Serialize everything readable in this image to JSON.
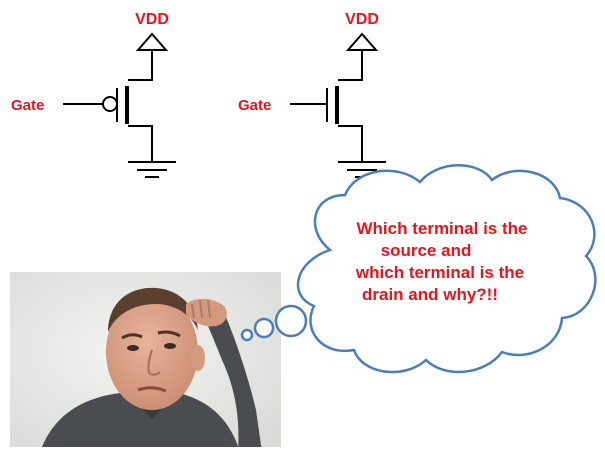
{
  "circuits": {
    "left": {
      "type": "pmos",
      "supply_label": "VDD",
      "gate_label": "Gate"
    },
    "right": {
      "type": "nmos",
      "supply_label": "VDD",
      "gate_label": "Gate"
    }
  },
  "thought_bubble": {
    "lines": [
      "Which terminal is the",
      "source and",
      "which terminal is the",
      "drain and why?!!"
    ]
  },
  "photo": {
    "subject": "confused man scratching head"
  },
  "colors": {
    "label_red": "#e8141c",
    "cloud_stroke": "#4a7ebb",
    "wire": "#000000"
  }
}
